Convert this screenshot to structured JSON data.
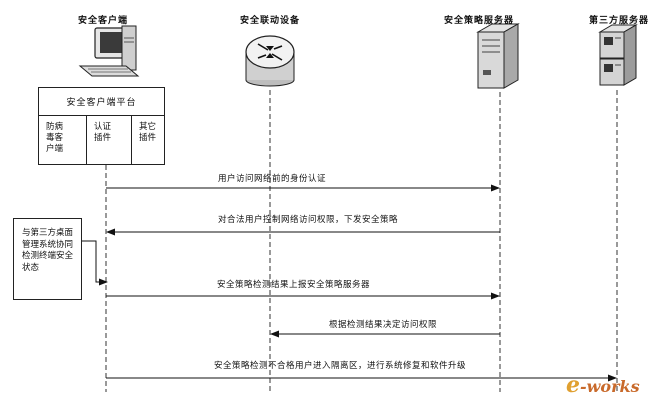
{
  "actors": {
    "client": "安全客户端",
    "device": "安全联动设备",
    "policy_server": "安全策略服务器",
    "third_party": "第三方服务器"
  },
  "platform": {
    "title": "安全客户端平台",
    "plugins": [
      {
        "label": "防病毒客户端"
      },
      {
        "label": "认证插件"
      },
      {
        "label": "其它插件"
      }
    ]
  },
  "self_check_note": "与第三方桌面管理系统协同检测终端安全状态",
  "messages": [
    {
      "text": "用户访问网络前的身份认证"
    },
    {
      "text": "对合法用户控制网络访问权限，下发安全策略"
    },
    {
      "text": "安全策略检测结果上报安全策略服务器"
    },
    {
      "text": "根据检测结果决定访问权限"
    },
    {
      "text": "安全策略检测不合格用户进入隔离区，进行系统修复和软件升级"
    }
  ],
  "watermark": {
    "e": "e",
    "rest": "-works"
  }
}
